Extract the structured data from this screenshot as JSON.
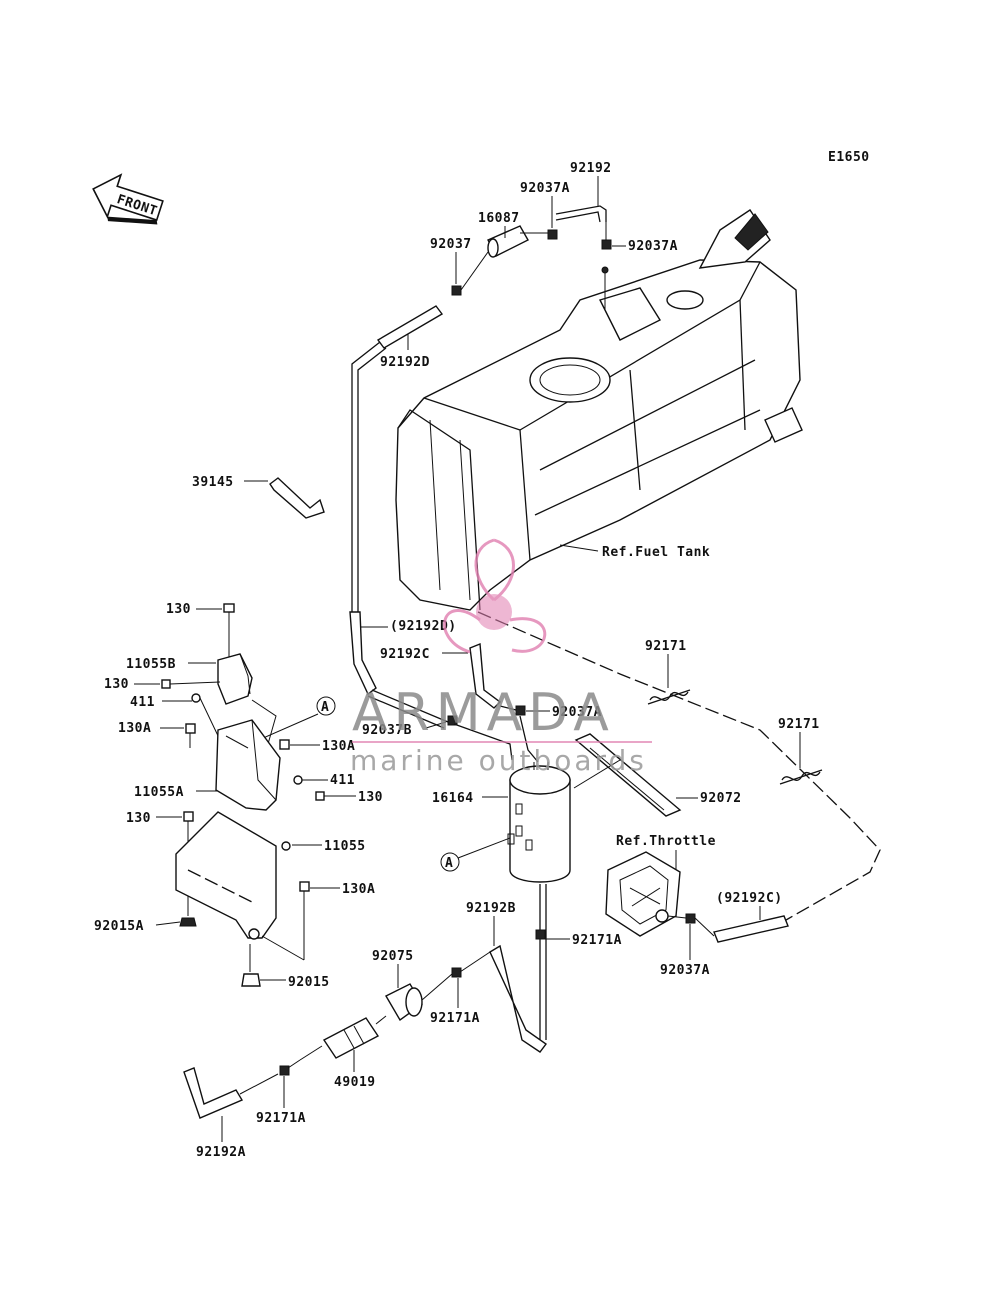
{
  "diagram_code": "E1650",
  "front_label": "FRONT",
  "callout_marker": "A",
  "refs": {
    "fuel_tank": "Ref.Fuel Tank",
    "throttle": "Ref.Throttle"
  },
  "parts": {
    "p92192": "92192",
    "p92037A_top": "92037A",
    "p16087": "16087",
    "p92037": "92037",
    "p92037A_right": "92037A",
    "p92192D": "92192D",
    "p39145": "39145",
    "p130_top": "130",
    "p11055B": "11055B",
    "p130_left": "130",
    "p411_left": "411",
    "p130A_left": "130A",
    "p130A_mid": "130A",
    "p411_right": "411",
    "p130_right": "130",
    "p11055A": "11055A",
    "p130_lower": "130",
    "p11055": "11055",
    "p130A_lower": "130A",
    "p92015A": "92015A",
    "p92015": "92015",
    "p92192D_paren": "(92192D)",
    "p92192C": "92192C",
    "p92037B": "92037B",
    "p92037A_mid": "92037A",
    "p92171_a": "92171",
    "p92171_b": "92171",
    "p16164": "16164",
    "p92072": "92072",
    "p92192C_paren": "(92192C)",
    "p92037A_throttle": "92037A",
    "p92192B": "92192B",
    "p92171A_a": "92171A",
    "p92075": "92075",
    "p92171A_b": "92171A",
    "p49019": "49019",
    "p92171A_c": "92171A",
    "p92192A": "92192A"
  },
  "watermark": {
    "brand": "ARMADA",
    "tagline": "marine outboards",
    "accent_color": "#e07fb0"
  }
}
